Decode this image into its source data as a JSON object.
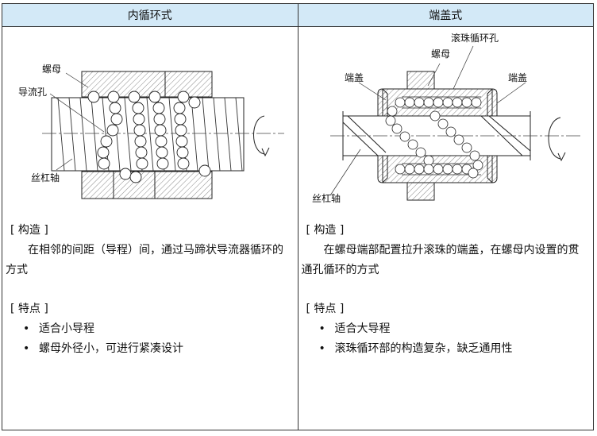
{
  "columns": [
    {
      "title": "内循环式",
      "diagram_labels": {
        "nut": "螺母",
        "deflector": "导流孔",
        "shaft": "丝杠轴"
      },
      "structure_heading": "[ 构造 ]",
      "structure_text": "在相邻的间距（导程）间，通过马蹄状导流器循环的方式",
      "features_heading": "[ 特点 ]",
      "features": [
        "适合小导程",
        "螺母外径小，可进行紧凑设计"
      ]
    },
    {
      "title": "端盖式",
      "diagram_labels": {
        "return_hole": "滚珠循环孔",
        "nut": "螺母",
        "end_cap_left": "端盖",
        "end_cap_right": "端盖",
        "shaft": "丝杠轴"
      },
      "structure_heading": "[ 构造 ]",
      "structure_text": "在螺母端部配置拉升滚珠的端盖，在螺母内设置的贯通孔循环的方式",
      "features_heading": "[ 特点 ]",
      "features": [
        "适合大导程",
        "滚珠循环部的构造复杂，缺乏通用性"
      ]
    }
  ],
  "bullet_char": "•"
}
